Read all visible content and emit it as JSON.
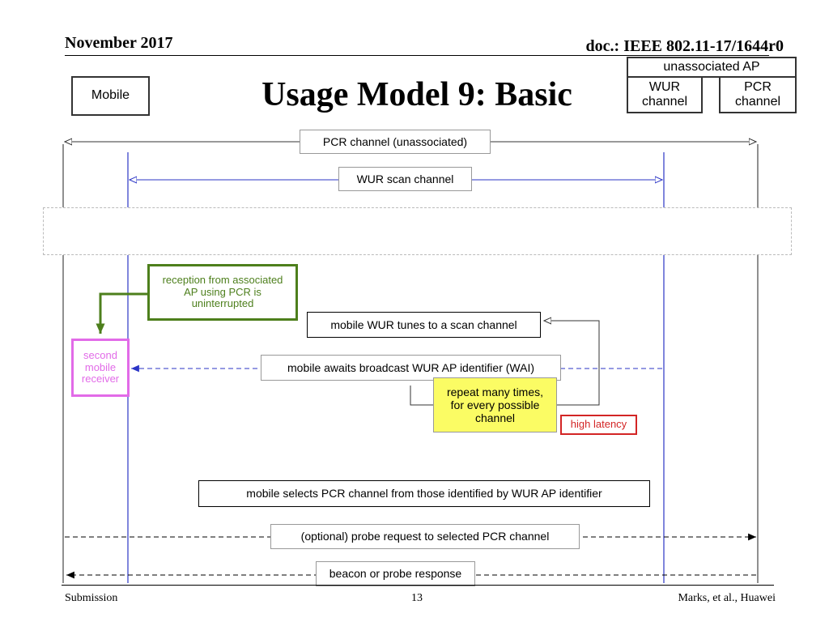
{
  "header": {
    "date": "November 2017",
    "doc_id": "doc.: IEEE 802.11-17/1644r0",
    "title": "Usage Model 9: Basic"
  },
  "actors": {
    "mobile": "Mobile",
    "ap_title": "unassociated AP",
    "wur_channel": "WUR channel",
    "pcr_channel": "PCR channel"
  },
  "messages": {
    "pcr_unassociated": "PCR channel (unassociated)",
    "wur_scan_channel": "WUR scan channel",
    "reception_note": "reception from associated AP using PCR is uninterrupted",
    "second_receiver": "second mobile receiver",
    "tunes_scan": "mobile WUR tunes to a scan channel",
    "awaits_wai": "mobile awaits broadcast WUR AP identifier (WAI)",
    "repeat_note": "repeat many times, for every possible channel",
    "high_latency": "high latency",
    "selects_pcr": "mobile selects PCR channel from those identified by WUR AP identifier",
    "probe_request": "(optional) probe request to selected PCR channel",
    "beacon_response": "beacon or probe response"
  },
  "footer": {
    "left": "Submission",
    "page": "13",
    "right": "Marks, et al., Huawei"
  },
  "colors": {
    "wur_blue": "#2b35c6",
    "note_green": "#4d7f1c",
    "magenta": "#e26be8",
    "note_yellow": "#fbfc64",
    "latency_red": "#d32525"
  }
}
